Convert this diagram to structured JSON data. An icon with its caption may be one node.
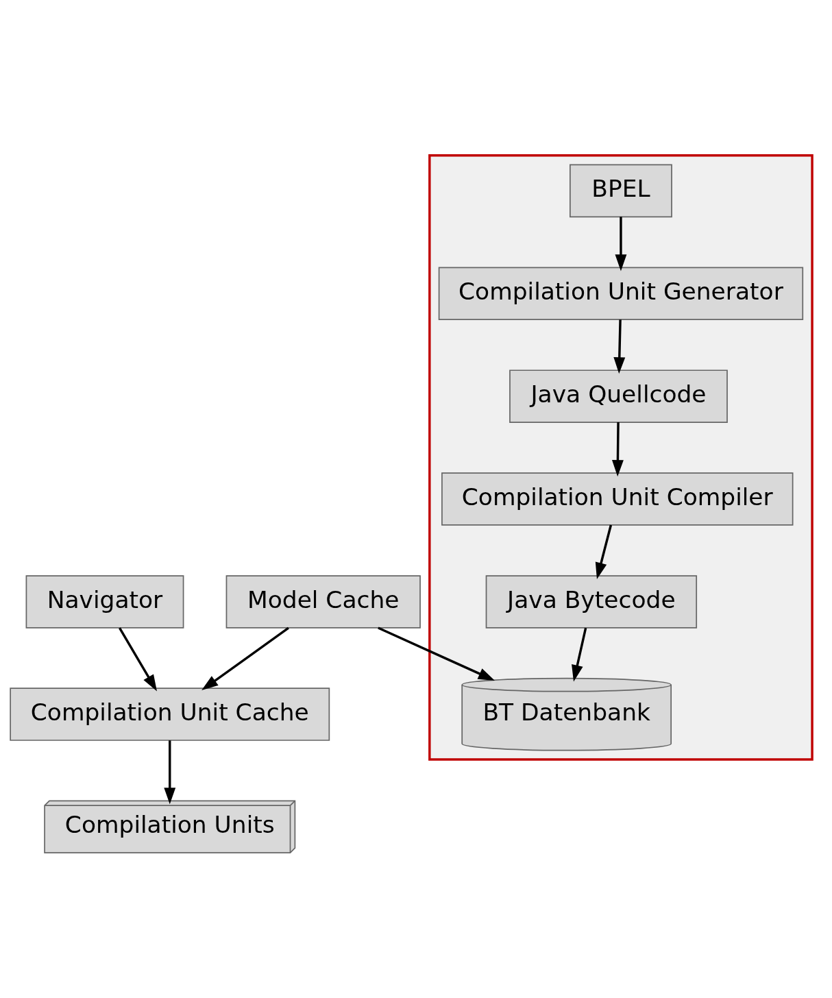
{
  "diagram": {
    "nodes": [
      {
        "text": [
          "Navigator"
        ]
      },
      {
        "text": [
          "Compilation Unit Cache"
        ]
      },
      {
        "text": [
          "Model Cache"
        ]
      },
      {
        "text": [
          "Compilation Units"
        ]
      },
      {
        "text": [],
        "shape": "box"
      },
      {
        "text": [
          "BT Datenbank"
        ],
        "in": 4
      },
      {
        "text": [
          "Compilation Unit Compiler"
        ],
        "in": 4
      },
      {
        "text": [
          "Java Bytecode"
        ],
        "in": 4
      },
      {
        "text": [
          "Java Quellcode"
        ],
        "in": 4
      },
      {
        "text": [
          "Compilation Unit Generator"
        ],
        "in": 4
      },
      {
        "text": [
          "BPEL"
        ],
        "in": 4
      }
    ],
    "edges": [
      {
        "from": 0,
        "to": 1,
        "arrow": "to"
      },
      {
        "from": 2,
        "to": 1,
        "arrow": "to"
      },
      {
        "from": 1,
        "to": 3,
        "arrow": "to"
      },
      {
        "from": 2,
        "to": 5,
        "arrow": "to"
      },
      {
        "from": 7,
        "to": 5,
        "arrow": "to"
      },
      {
        "from": 6,
        "to": 7,
        "arrow": "to"
      },
      {
        "from": 8,
        "to": 6,
        "arrow": "to"
      },
      {
        "from": 9,
        "to": 8,
        "arrow": "to"
      },
      {
        "from": 10,
        "to": 9,
        "arrow": "to"
      }
    ]
  }
}
